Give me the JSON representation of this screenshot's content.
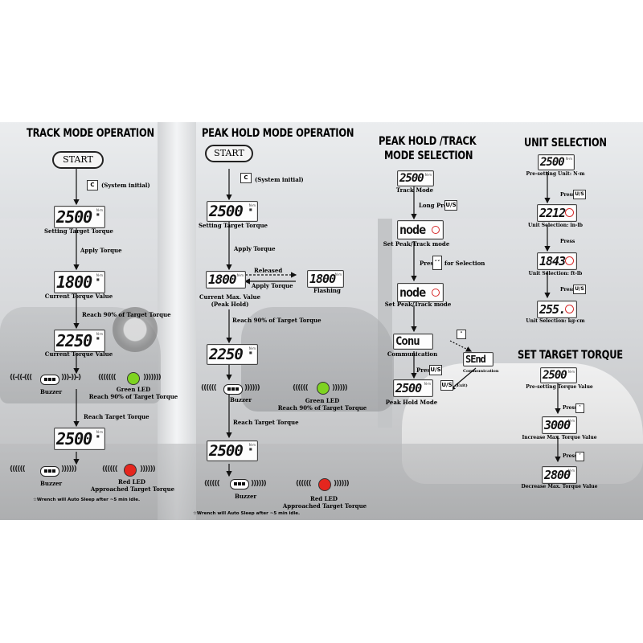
{
  "colors": {
    "led_green": "#7ed321",
    "led_red": "#e5261e",
    "mode_marker": "#d62a2a"
  },
  "track": {
    "title": "TRACK MODE OPERATION",
    "start": "START",
    "key_c": "C",
    "system_initial": "(System initial)",
    "lcd1": "2500",
    "lcd1_label": "Setting Target Torque",
    "apply": "Apply Torque",
    "lcd2": "1800",
    "lcd2_label": "Current Torque Value",
    "reach90": "Reach 90% of  Target Torque",
    "lcd3": "2250",
    "lcd3_label": "Current Torque Value",
    "buzzer1": "Buzzer",
    "green_led": "Green LED",
    "green_led_label": "Reach 90% of  Target Torque",
    "reach_target": "Reach Target Torque",
    "lcd4": "2500",
    "buzzer2": "Buzzer",
    "red_led": "Red LED",
    "red_led_label": "Approached Target Torque",
    "sleep_note": "☆Wrench will Auto Sleep after ~5 min idle."
  },
  "peak": {
    "title": "PEAK HOLD MODE OPERATION",
    "start": "START",
    "key_c": "C",
    "system_initial": "(System initial)",
    "lcd1": "2500",
    "lcd1_label": "Setting Target Torque",
    "apply": "Apply Torque",
    "lcd2": "1800",
    "lcd2_label": "Current Max. Value",
    "lcd2_sub": "(Peak Hold)",
    "released": "Released",
    "apply2": "Apply Torque",
    "lcd_flash": "1800",
    "flashing": "Flashing",
    "reach90": "Reach 90% of  Target Torque",
    "lcd3": "2250",
    "buzzer1": "Buzzer",
    "green_led": "Green LED",
    "green_led_label": "Reach 90% of  Target Torque",
    "reach_target": "Reach Target Torque",
    "lcd4": "2500",
    "buzzer2": "Buzzer",
    "red_led": "Red LED",
    "red_led_label": "Approached Target Torque",
    "sleep_note": "☆Wrench will Auto Sleep after ~5 min idle."
  },
  "mode": {
    "title_line1": "PEAK HOLD /TRACK",
    "title_line2": "MODE SELECTION",
    "lcd1": "2500",
    "lcd1_label": "Track Mode",
    "long_press": "Long Press",
    "key_us": "U/S",
    "lcd2": "node",
    "lcd2_label": "Set Peak/Track mode",
    "press": "Press",
    "for_selection": "for Selection",
    "key_updown": "˄˅",
    "lcd3": "node",
    "lcd3_label": "Set Peak/Track mode",
    "lcd4": "Conu",
    "lcd4_label": "Communication",
    "key_up": "˄",
    "lcd_send": "SEnd",
    "send_label": "Communication",
    "press2": "Press",
    "key_us2": "U/S",
    "key_us3": "U/S",
    "exit": "(Exit)",
    "lcd5": "2500",
    "lcd5_label": "Peak Hold Mode"
  },
  "unit": {
    "title": "UNIT SELECTION",
    "lcd1": "2500",
    "lcd1_label": "Pre-setting Unit: N-m",
    "press1": "Press",
    "key1": "U/S",
    "lcd2": "2212",
    "lcd2_label": "Unit Selection: in-lb",
    "press2": "Press",
    "lcd3": "1843",
    "lcd3_label": "Unit Selection: ft-lb",
    "press3": "Press",
    "key3": "U/S",
    "lcd4": "255.",
    "lcd4_label": "Unit Selection: kg-cm"
  },
  "target": {
    "title": "SET TARGET TORQUE",
    "lcd1": "2500",
    "lcd1_label": "Pre-setting Torque Value",
    "press1": "Press",
    "key1": "˄",
    "lcd2": "3000",
    "lcd2_label": "Increase Max. Torque Value",
    "press2": "Press",
    "key2": "˅",
    "lcd3": "2800",
    "lcd3_label": "Decrease Max. Torque Value"
  }
}
